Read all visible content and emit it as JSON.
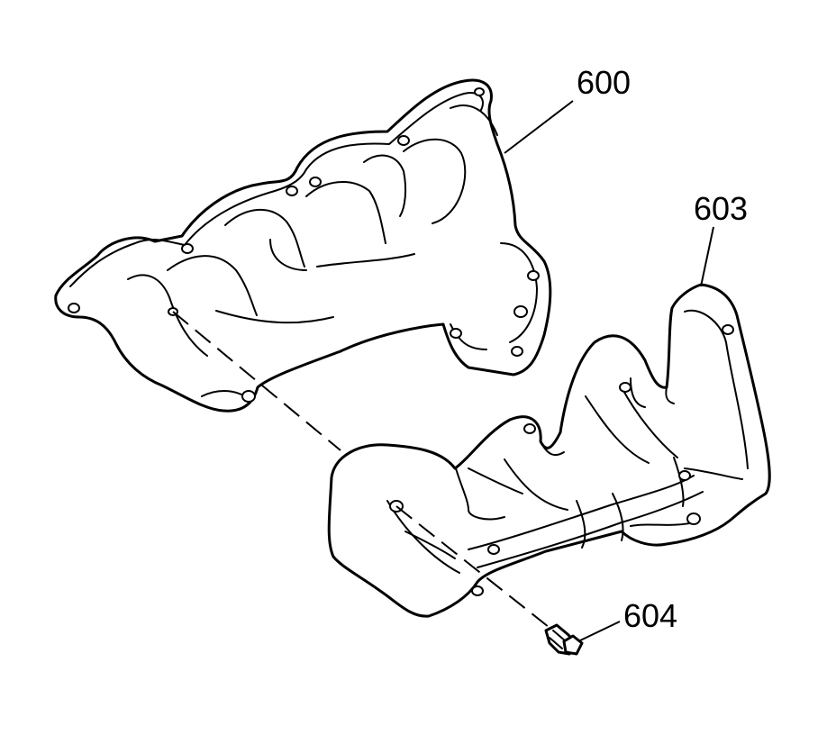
{
  "callouts": {
    "manifold_upper": "600",
    "heat_shield": "603",
    "bolt": "604"
  },
  "colors": {
    "line": "#000000",
    "background": "#ffffff"
  }
}
